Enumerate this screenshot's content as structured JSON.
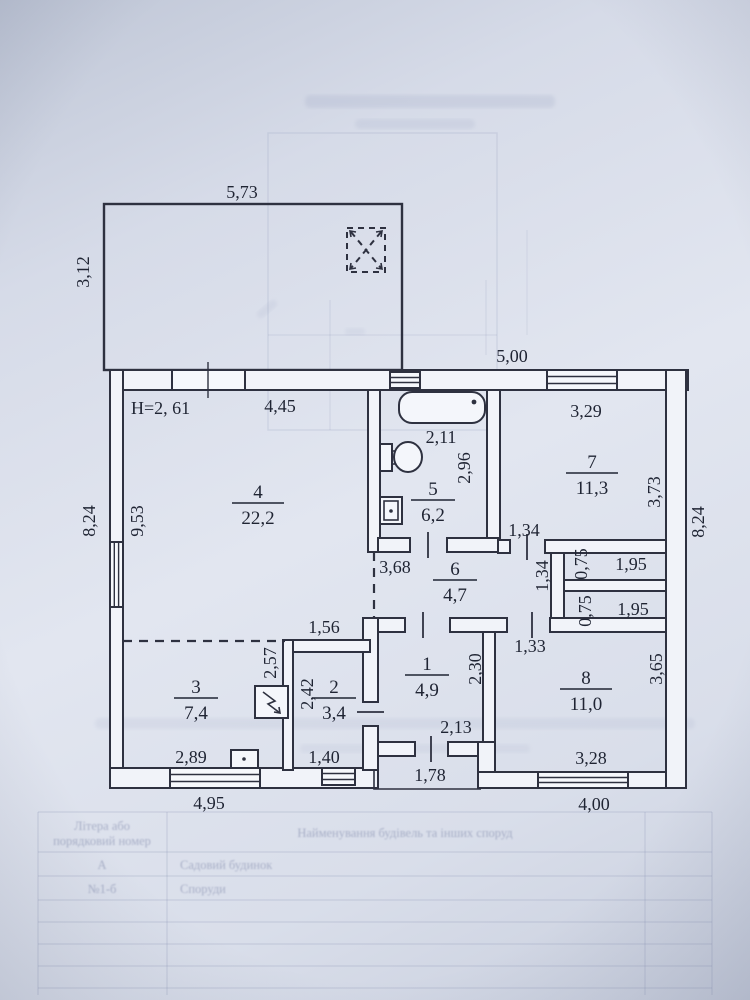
{
  "colors": {
    "ink": "#2e3140",
    "paper": "#e2e6f0",
    "faint": "#7e87a9"
  },
  "plan": {
    "rooms": [
      {
        "number": "1",
        "area": "4,9"
      },
      {
        "number": "2",
        "area": "3,4"
      },
      {
        "number": "3",
        "area": "7,4"
      },
      {
        "number": "4",
        "area": "22,2"
      },
      {
        "number": "5",
        "area": "6,2"
      },
      {
        "number": "6",
        "area": "4,7"
      },
      {
        "number": "7",
        "area": "11,3"
      },
      {
        "number": "8",
        "area": "11,0"
      }
    ],
    "dims": {
      "annex_top": "5,73",
      "annex_left": "3,12",
      "top_right": "5,00",
      "height_note": "H=2, 61",
      "room4_top": "4,45",
      "room4_left": "9,53",
      "ext_left": "8,24",
      "ext_right": "8,24",
      "tub_width": "2,11",
      "bath_height": "2,96",
      "room7_top": "3,29",
      "room7_right": "3,73",
      "hall_door": "1,34",
      "hall_width": "3,68",
      "hall_right": "1,34",
      "niche1_h": "0,75",
      "niche1_w": "1,95",
      "niche2_h": "0,75",
      "niche2_w": "1,95",
      "room8_door": "1,33",
      "room2_top": "1,56",
      "room3_right": "2,57",
      "room2_left": "2,42",
      "room1_right": "2,30",
      "room8_right": "3,65",
      "room1_bottom": "2,13",
      "room3_bottom": "2,89",
      "room2_bottom": "1,40",
      "room8_bottom": "3,28",
      "porch_width": "1,78",
      "bottom_left": "4,95",
      "bottom_right": "4,00"
    }
  },
  "faint_table": {
    "col1_header_line1": "Літера або",
    "col1_header_line2": "порядковий номер",
    "col2_header": "Найменування будівель та інших споруд",
    "rows": [
      {
        "c1": "А",
        "c2": "Садовий будинок"
      },
      {
        "c1": "№1-б",
        "c2": "Споруди"
      }
    ]
  }
}
